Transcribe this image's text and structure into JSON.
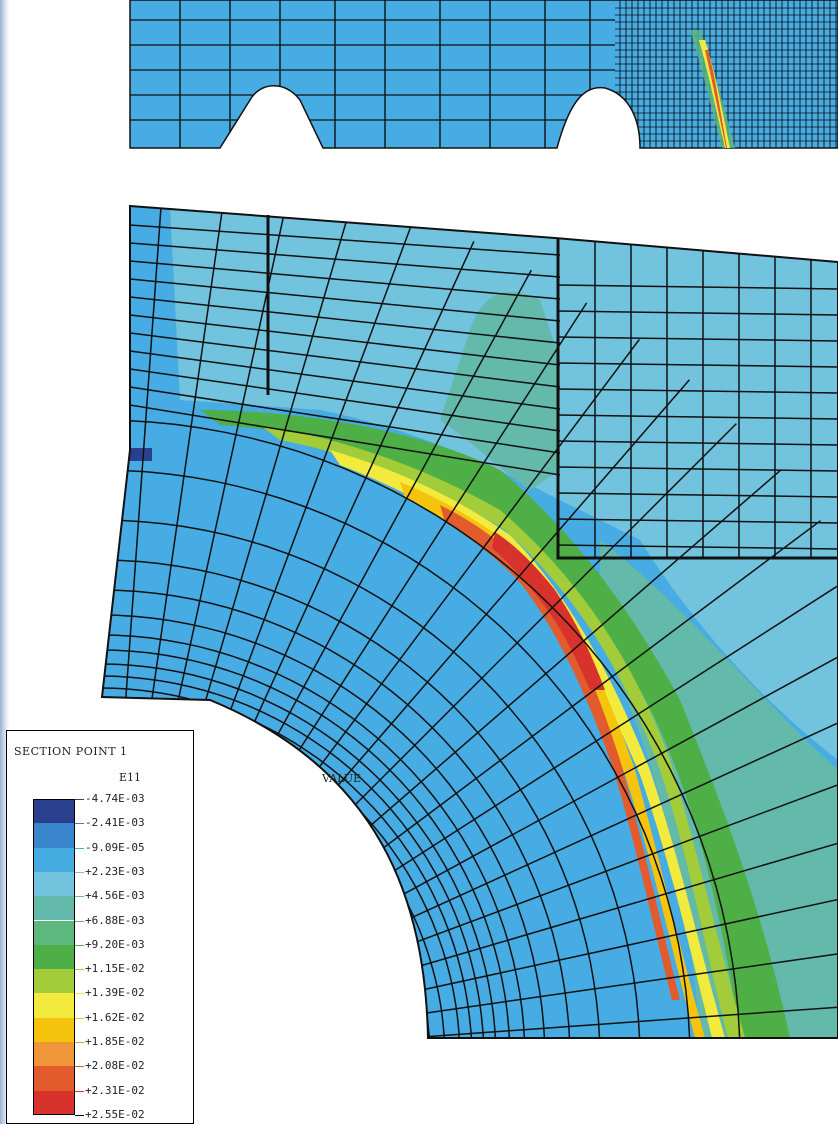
{
  "legend": {
    "title": "SECTION   POINT 1",
    "variable": "E11",
    "levels": [
      {
        "label": "-4.74E-03",
        "color": "#2b3f8f"
      },
      {
        "label": "-2.41E-03",
        "color": "#3a86cc"
      },
      {
        "label": "-9.09E-05",
        "color": "#45ace2"
      },
      {
        "label": "+2.23E-03",
        "color": "#72c3de"
      },
      {
        "label": "+4.56E-03",
        "color": "#63b9aa"
      },
      {
        "label": "+6.88E-03",
        "color": "#5cb87d"
      },
      {
        "label": "+9.20E-03",
        "color": "#4daf46"
      },
      {
        "label": "+1.15E-02",
        "color": "#a2cc3a"
      },
      {
        "label": "+1.39E-02",
        "color": "#f2ea3c"
      },
      {
        "label": "+1.62E-02",
        "color": "#f6c40c"
      },
      {
        "label": "+1.85E-02",
        "color": "#f0963a"
      },
      {
        "label": "+2.08E-02",
        "color": "#e25b2d"
      },
      {
        "label": "+2.31E-02",
        "color": "#d8322c"
      },
      {
        "label": "+2.55E-02",
        "color": ""
      }
    ]
  },
  "value_label": "VALUE",
  "colors": {
    "mesh_base": "#46ace3",
    "mesh_line": "#111111"
  }
}
